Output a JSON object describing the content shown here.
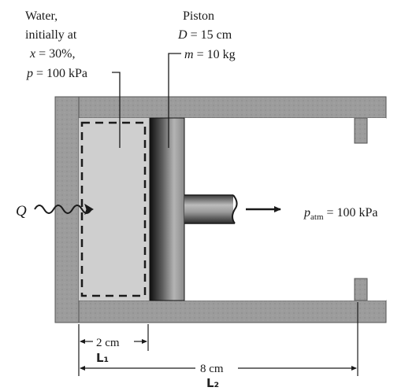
{
  "water": {
    "line1": "Water,",
    "line2": "initially at",
    "line3_var": "x",
    "line3_rest": " = 30%,",
    "line4_var": "p",
    "line4_rest": " = 100 kPa"
  },
  "piston": {
    "title": "Piston",
    "diam_var": "D",
    "diam_rest": " = 15 cm",
    "mass_var": "m",
    "mass_rest": " = 10 kg"
  },
  "heat": {
    "symbol": "Q"
  },
  "atm": {
    "var": "p",
    "sub": "atm",
    "rest": " = 100 kPa"
  },
  "dims": {
    "small": "2 cm",
    "large": "8 cm",
    "small_hand": "L₁",
    "large_hand": "L₂"
  },
  "colors": {
    "wall": "#9a9a9a",
    "water": "#cdcdcd",
    "piston_dark": "#1e1e1e",
    "piston_light": "#a8a8a8",
    "ink": "#1a1a1a"
  }
}
